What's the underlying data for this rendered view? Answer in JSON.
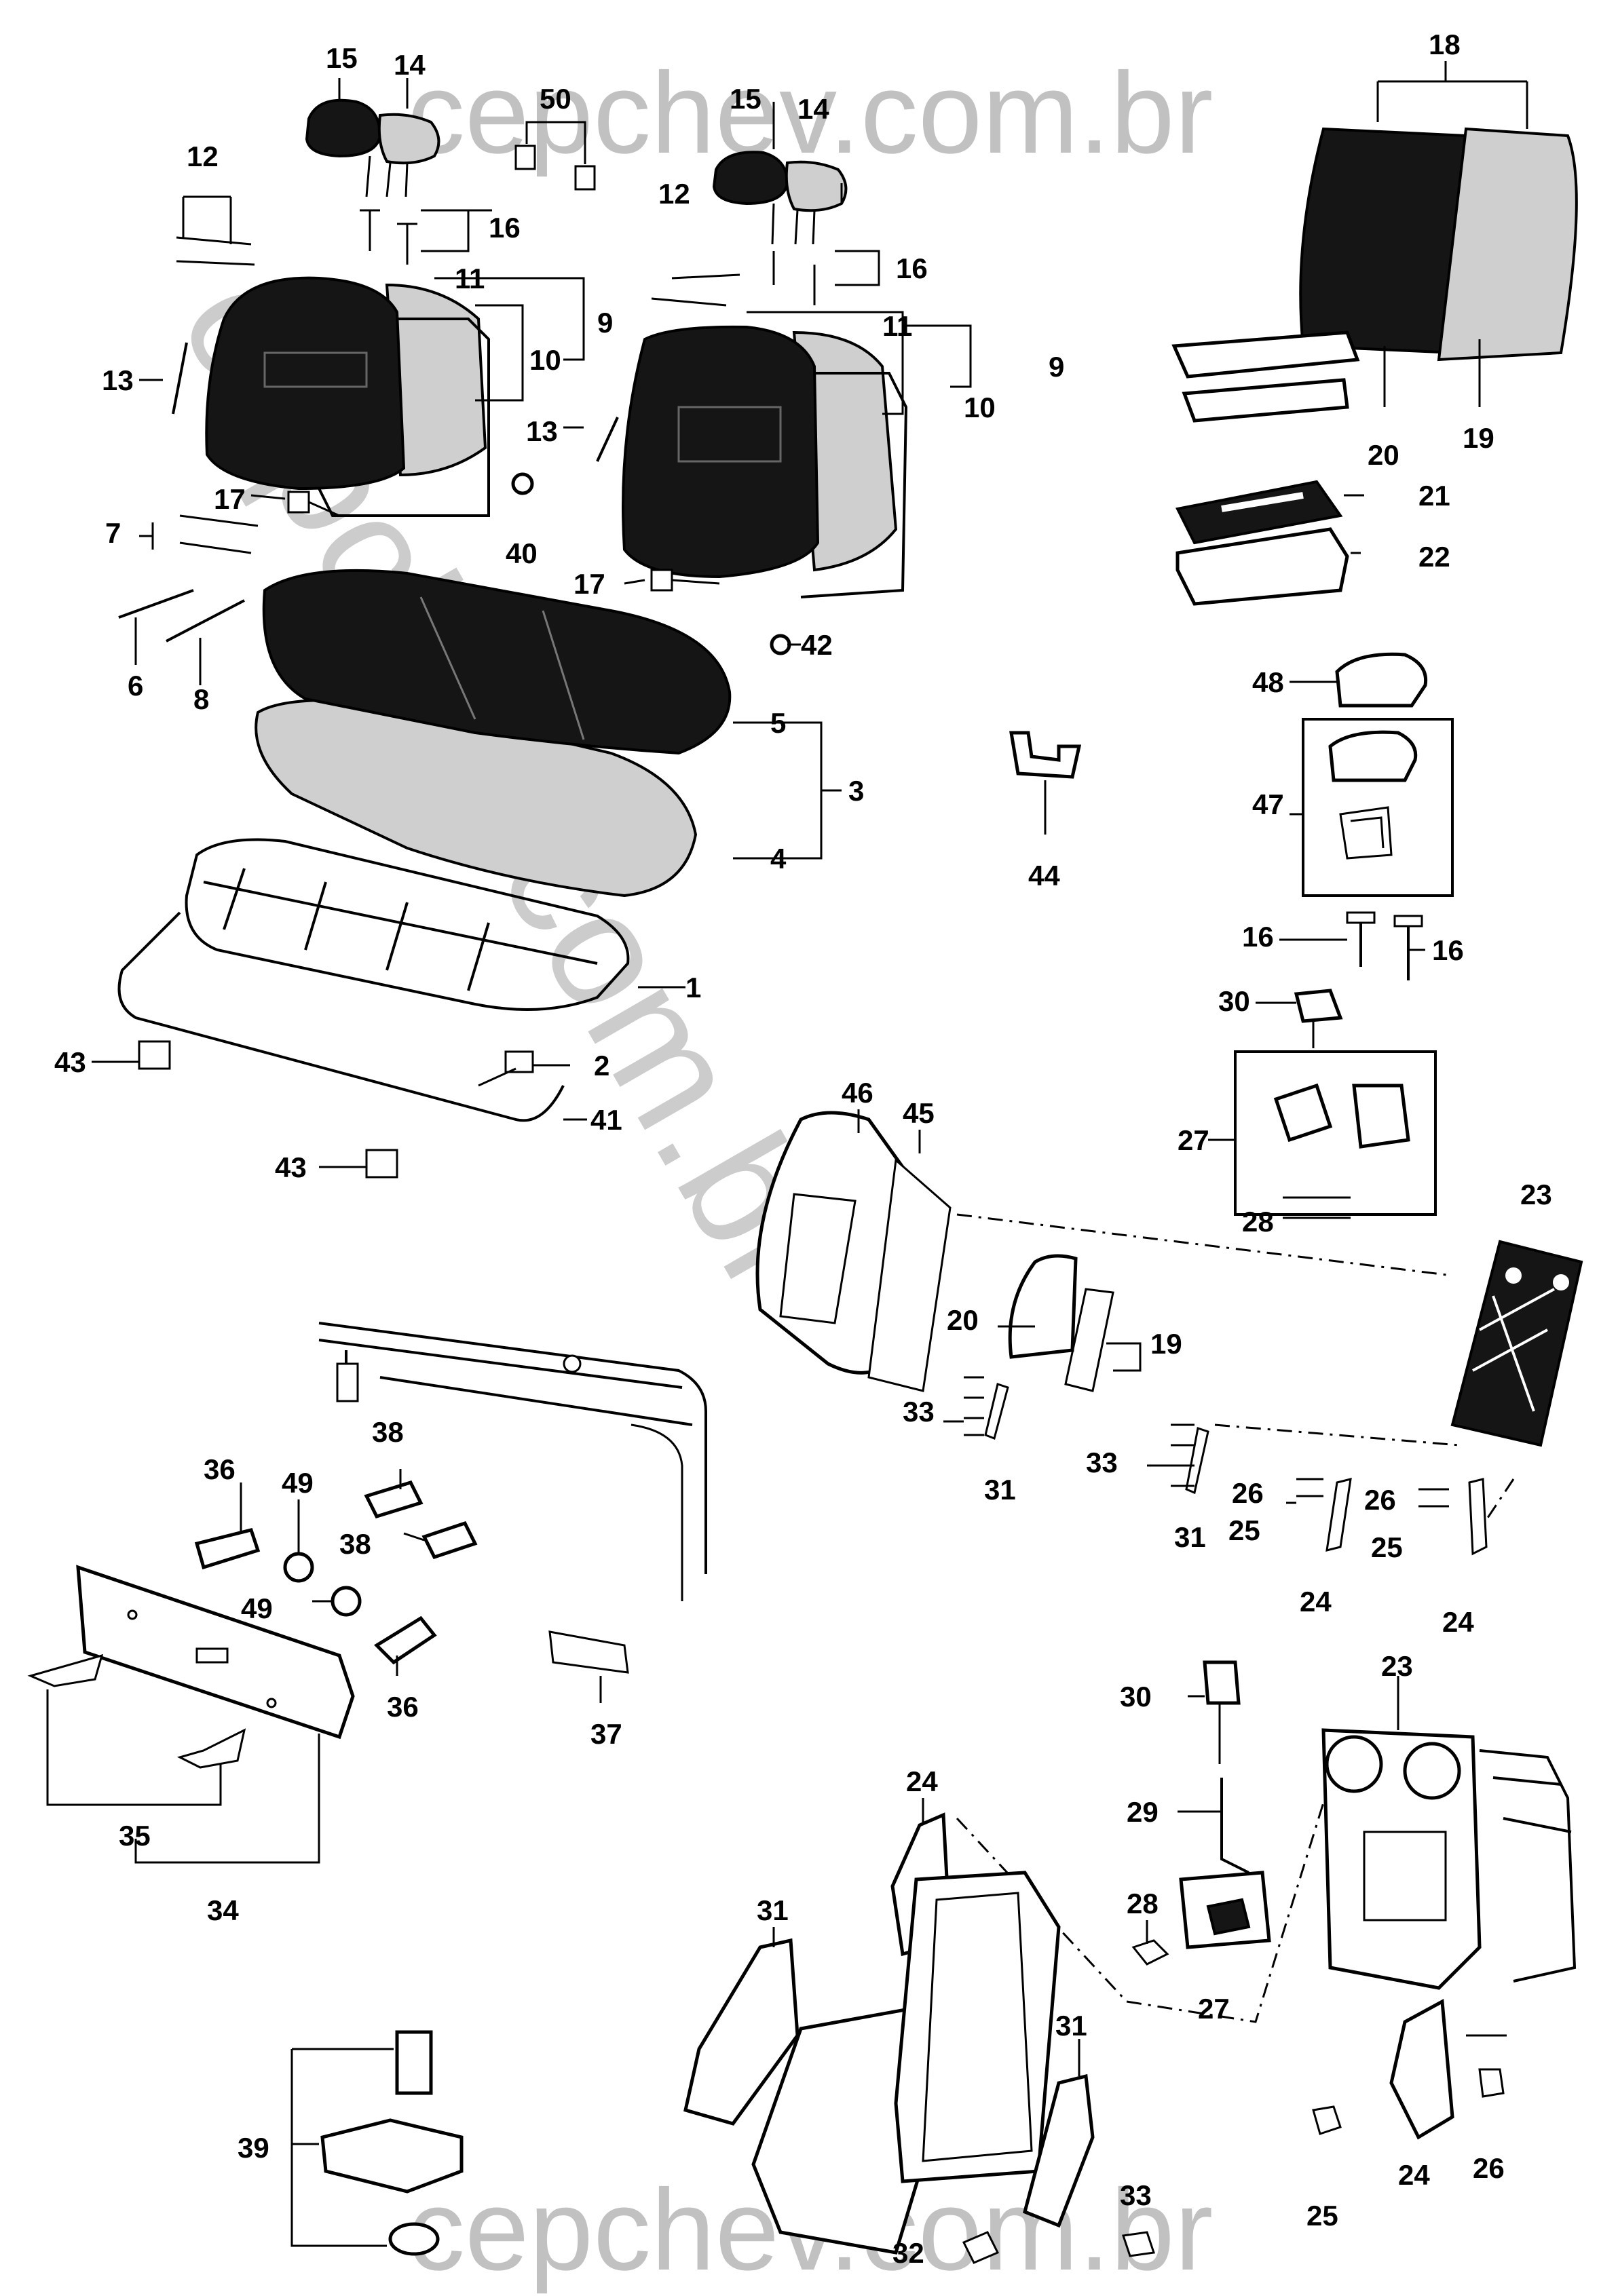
{
  "watermark": {
    "top": "cepchev.com.br",
    "diagonal": "cepchev.com.br",
    "bottom": "cepchev.com.br"
  },
  "callouts": {
    "c1": "1",
    "c2": "2",
    "c3": "3",
    "c4": "4",
    "c5": "5",
    "c6": "6",
    "c7": "7",
    "c8": "8",
    "c9a": "9",
    "c9b": "9",
    "c10a": "10",
    "c10b": "10",
    "c11a": "11",
    "c11b": "11",
    "c12a": "12",
    "c12b": "12",
    "c13a": "13",
    "c13b": "13",
    "c14a": "14",
    "c14b": "14",
    "c15a": "15",
    "c15b": "15",
    "c16a": "16",
    "c16b": "16",
    "c16c": "16",
    "c16d": "16",
    "c17a": "17",
    "c17b": "17",
    "c18": "18",
    "c19a": "19",
    "c19b": "19",
    "c20a": "20",
    "c20b": "20",
    "c21": "21",
    "c22": "22",
    "c23a": "23",
    "c23b": "23",
    "c24a": "24",
    "c24b": "24",
    "c24c": "24",
    "c24d": "24",
    "c25a": "25",
    "c25b": "25",
    "c25c": "25",
    "c26a": "26",
    "c26b": "26",
    "c26c": "26",
    "c27a": "27",
    "c27b": "27",
    "c28a": "28",
    "c28b": "28",
    "c29": "29",
    "c30a": "30",
    "c30b": "30",
    "c31a": "31",
    "c31b": "31",
    "c31c": "31",
    "c31d": "31",
    "c32": "32",
    "c33a": "33",
    "c33b": "33",
    "c33c": "33",
    "c34": "34",
    "c35": "35",
    "c36a": "36",
    "c36b": "36",
    "c37": "37",
    "c38a": "38",
    "c38b": "38",
    "c39": "39",
    "c40": "40",
    "c41": "41",
    "c42": "42",
    "c43a": "43",
    "c43b": "43",
    "c44": "44",
    "c45": "45",
    "c46": "46",
    "c47": "47",
    "c48": "48",
    "c49a": "49",
    "c49b": "49",
    "c50": "50"
  }
}
